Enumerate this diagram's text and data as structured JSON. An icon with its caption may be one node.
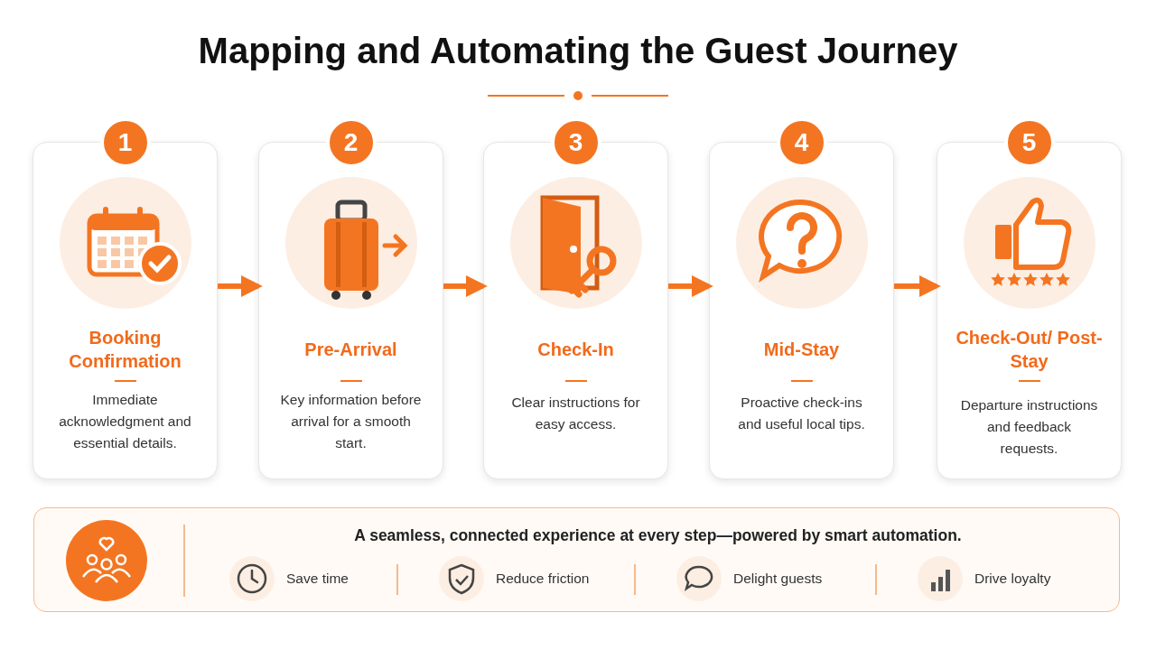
{
  "diagram": {
    "title": "Mapping and Automating the Guest Journey",
    "nodes": [
      {
        "text": [
          "1",
          "Booking Confirmation",
          "Immediate acknowledgment and essential details."
        ]
      },
      {
        "text": [
          "2",
          "Pre-Arrival",
          "Key information before arrival for a smooth start."
        ]
      },
      {
        "text": [
          "3",
          "Check-In",
          "Clear instructions for easy access."
        ]
      },
      {
        "text": [
          "4",
          "Mid-Stay",
          "Proactive check-ins and useful local tips."
        ]
      },
      {
        "text": [
          "5",
          "Check-Out/ Post-Stay",
          "Departure instructions and feedback requests."
        ]
      },
      {
        "text": [
          "A seamless, connected experience at every step—powered by **smart automation**."
        ]
      },
      {
        "text": [
          "Save time"
        ],
        "in": 5
      },
      {
        "text": [
          "Reduce friction"
        ],
        "in": 5
      },
      {
        "text": [
          "Delight guests"
        ],
        "in": 5
      },
      {
        "text": [
          "Drive loyalty"
        ],
        "in": 5
      }
    ],
    "edges": [
      {
        "from": 0,
        "to": 1,
        "arrow": "to"
      },
      {
        "from": 1,
        "to": 2,
        "arrow": "to"
      },
      {
        "from": 2,
        "to": 3,
        "arrow": "to"
      },
      {
        "from": 3,
        "to": 4,
        "arrow": "to"
      }
    ]
  }
}
